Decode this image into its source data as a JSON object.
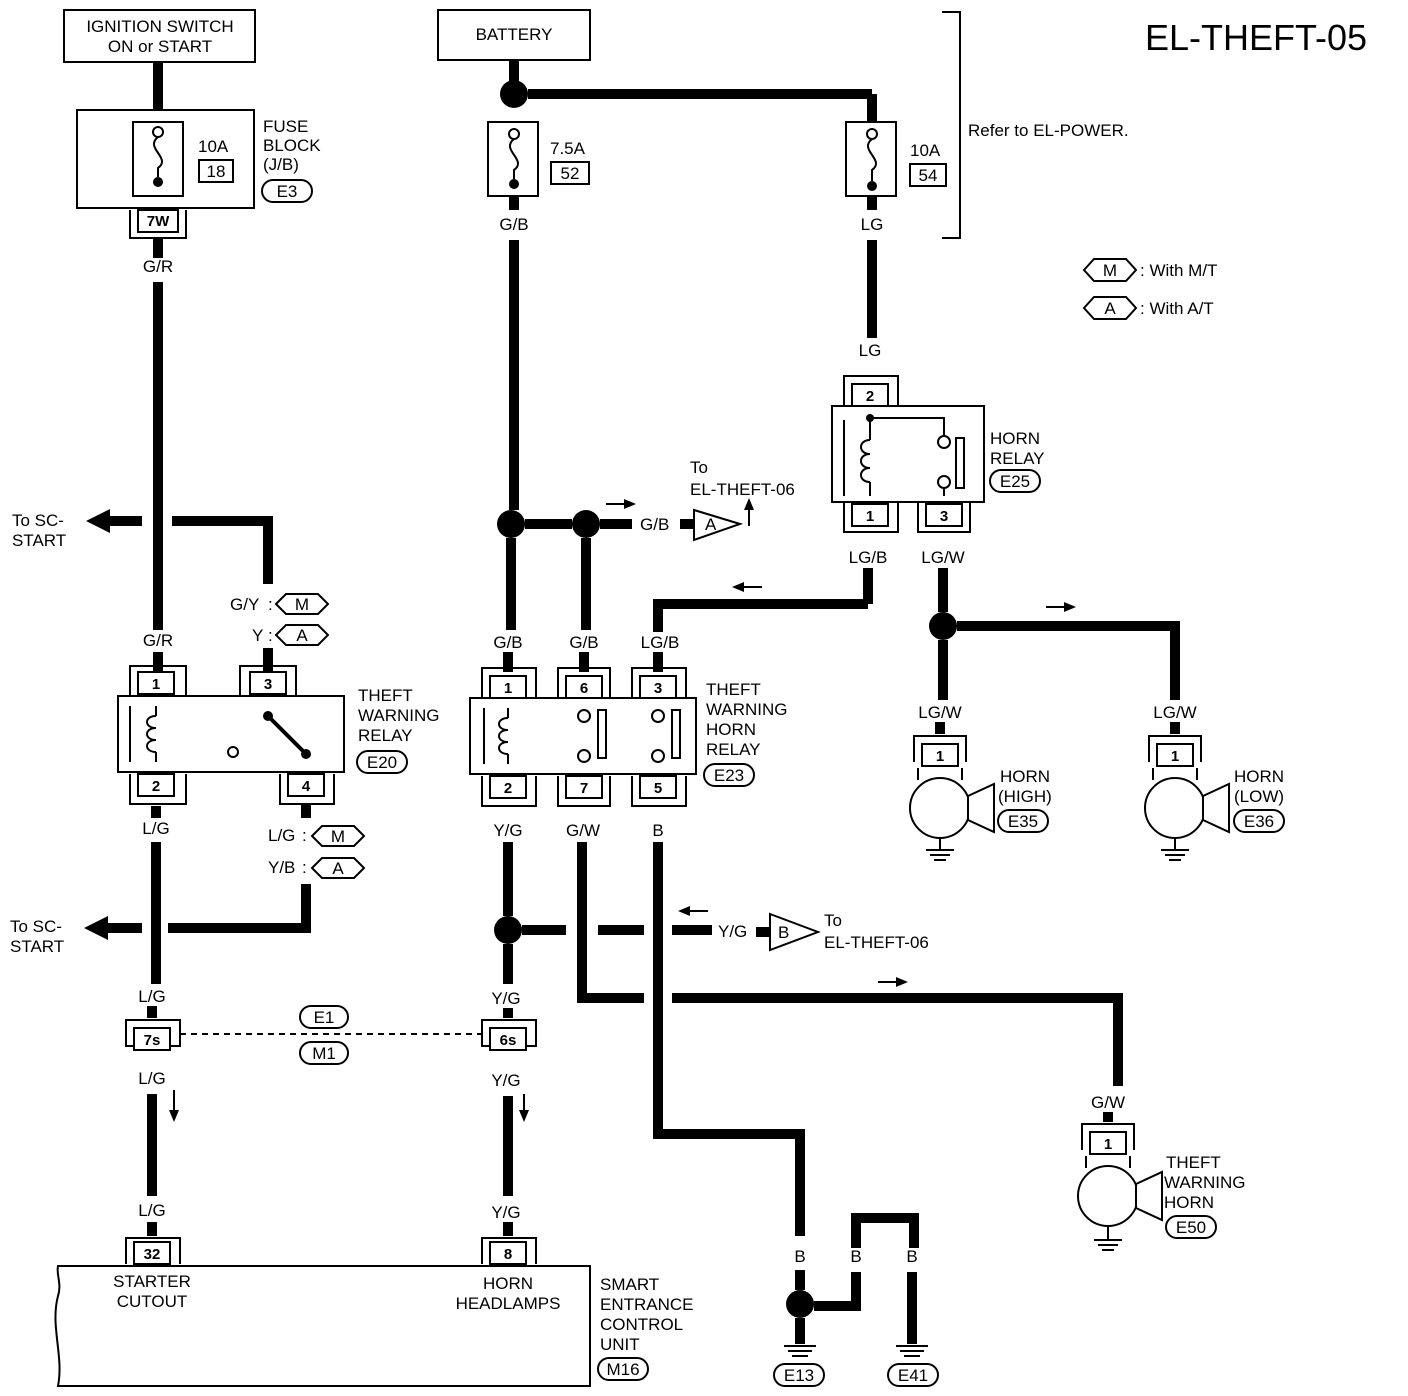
{
  "title": "EL-THEFT-05",
  "ignition": {
    "line1": "IGNITION SWITCH",
    "line2": "ON or START"
  },
  "battery": "BATTERY",
  "refer": "Refer to EL-POWER.",
  "legend": {
    "m_code": "M",
    "m_text": ": With M/T",
    "a_code": "A",
    "a_text": ": With A/T"
  },
  "fuse_block": {
    "l1": "FUSE",
    "l2": "BLOCK",
    "l3": "(J/B)",
    "conn": "E3",
    "amp": "10A",
    "num": "18",
    "pin": "7W"
  },
  "fuse52": {
    "amp": "7.5A",
    "num": "52"
  },
  "fuse54": {
    "amp": "10A",
    "num": "54"
  },
  "wires": {
    "gr": "G/R",
    "gb": "G/B",
    "lg": "LG",
    "lgb": "LG/B",
    "lgw": "LG/W",
    "gy": "G/Y",
    "y": "Y",
    "lg_m": "L/G",
    "yb": "Y/B",
    "lgreen": "L/G",
    "yg": "Y/G",
    "gw": "G/W",
    "b": "B"
  },
  "to_sc_start": {
    "l1": "To SC-",
    "l2": "START"
  },
  "to_theft06": {
    "to": "To",
    "target": "EL-THEFT-06",
    "a": "A",
    "b": "B"
  },
  "horn_relay": {
    "l1": "HORN",
    "l2": "RELAY",
    "conn": "E25",
    "p2": "2",
    "p1": "1",
    "p3": "3"
  },
  "twr": {
    "l1": "THEFT",
    "l2": "WARNING",
    "l3": "RELAY",
    "conn": "E20",
    "p1": "1",
    "p2": "2",
    "p3": "3",
    "p4": "4"
  },
  "twhr": {
    "l1": "THEFT",
    "l2": "WARNING",
    "l3": "HORN",
    "l4": "RELAY",
    "conn": "E23",
    "p1": "1",
    "p6": "6",
    "p3": "3",
    "p2": "2",
    "p7": "7",
    "p5": "5"
  },
  "horn_high": {
    "l1": "HORN",
    "l2": "(HIGH)",
    "conn": "E35",
    "pin": "1"
  },
  "horn_low": {
    "l1": "HORN",
    "l2": "(LOW)",
    "conn": "E36",
    "pin": "1"
  },
  "theft_horn": {
    "l1": "THEFT",
    "l2": "WARNING",
    "l3": "HORN",
    "conn": "E50",
    "pin": "1"
  },
  "joint": {
    "p7s": "7s",
    "p6s": "6s",
    "e1": "E1",
    "m1": "M1"
  },
  "secu": {
    "l1": "SMART",
    "l2": "ENTRANCE",
    "l3": "CONTROL",
    "l4": "UNIT",
    "conn": "M16",
    "p32": "32",
    "p8": "8",
    "starter1": "STARTER",
    "starter2": "CUTOUT",
    "horn1": "HORN",
    "horn2": "HEADLAMPS"
  },
  "grounds": {
    "e13": "E13",
    "e41": "E41"
  }
}
